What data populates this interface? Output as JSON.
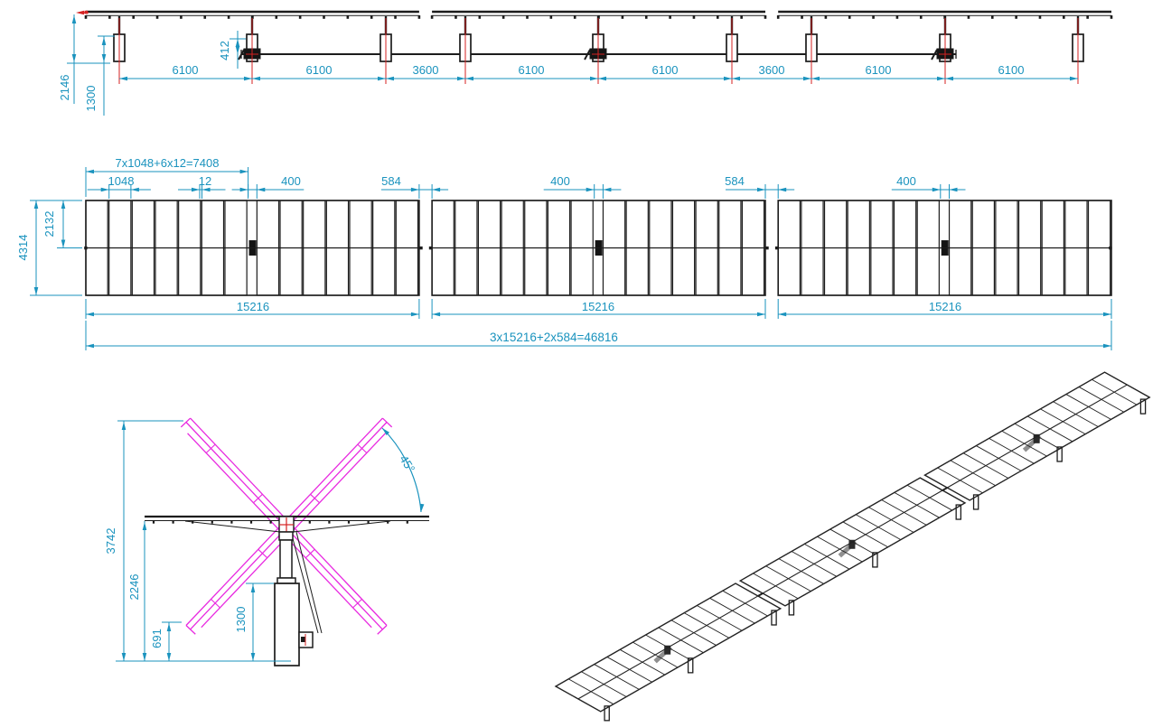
{
  "drawing": {
    "title": "solar-tracker-technical-drawing",
    "elevation": {
      "span_dims": [
        "6100",
        "6100",
        "3600",
        "6100",
        "6100",
        "3600",
        "6100",
        "6100"
      ],
      "height_dim": "2146",
      "post_dim": "1300",
      "tube_dim": "412"
    },
    "plan": {
      "module_group_dim": "7x1048+6x12=7408",
      "module_dim": "1048",
      "gap_dim": "12",
      "motor_gap_dims": [
        "400",
        "400",
        "400"
      ],
      "row_gap_dims": [
        "584",
        "584"
      ],
      "height_dim": "4314",
      "half_height_dim": "2132",
      "row_length_dims": [
        "15216",
        "15216",
        "15216"
      ],
      "total_dim": "3x15216+2x584=46816"
    },
    "front": {
      "max_height_dim": "3742",
      "hub_height_dim": "2246",
      "pier_dim": "1300",
      "min_clearance_dim": "691",
      "tilt_angle": "45°"
    },
    "colors": {
      "dimension": "#1a93be",
      "rotation": "#e82ae0",
      "centerline": "#d42222",
      "line": "#1c1c1c",
      "motor_gray": "#8f8f8f"
    }
  }
}
